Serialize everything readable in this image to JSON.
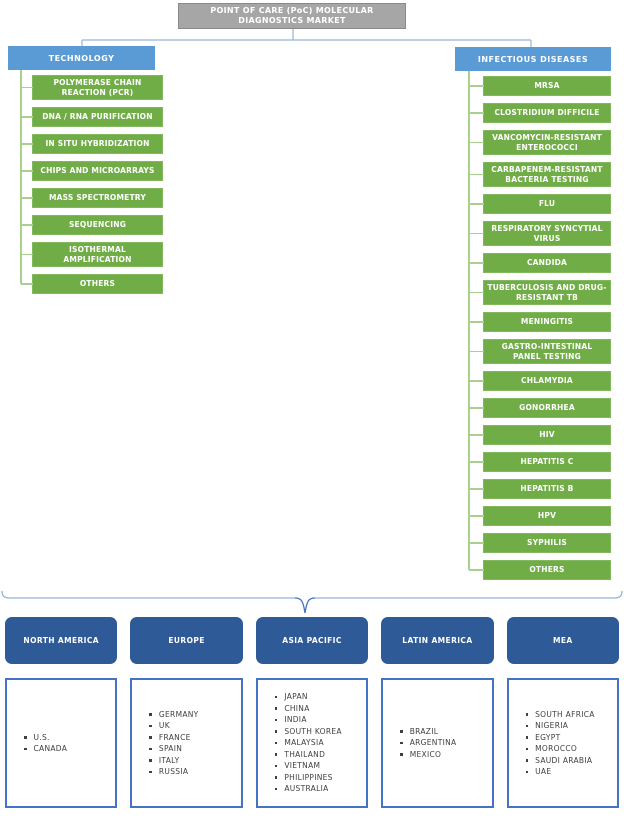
{
  "root": {
    "title": "POINT OF CARE (PoC) MOLECULAR DIAGNOSTICS MARKET"
  },
  "branches": [
    {
      "label": "TECHNOLOGY",
      "items": [
        "POLYMERASE CHAIN REACTION (PCR)",
        "DNA / RNA PURIFICATION",
        "IN SITU HYBRIDIZATION",
        "CHIPS AND MICROARRAYS",
        "MASS SPECTROMETRY",
        "SEQUENCING",
        "ISOTHERMAL AMPLIFICATION",
        "OTHERS"
      ]
    },
    {
      "label": "INFECTIOUS DISEASES",
      "items": [
        "MRSA",
        "CLOSTRIDIUM DIFFICILE",
        "VANCOMYCIN-RESISTANT ENTEROCOCCI",
        "CARBAPENEM-RESISTANT BACTERIA TESTING",
        "FLU",
        "RESPIRATORY SYNCYTIAL VIRUS",
        "CANDIDA",
        "TUBERCULOSIS AND DRUG-RESISTANT TB",
        "MENINGITIS",
        "GASTRO-INTESTINAL PANEL TESTING",
        "CHLAMYDIA",
        "GONORRHEA",
        "HIV",
        "HEPATITIS C",
        "HEPATITIS B",
        "HPV",
        "SYPHILIS",
        "OTHERS"
      ]
    }
  ],
  "regions": [
    {
      "label": "NORTH AMERICA",
      "countries": [
        "U.S.",
        "CANADA"
      ]
    },
    {
      "label": "EUROPE",
      "countries": [
        "GERMANY",
        "UK",
        "FRANCE",
        "SPAIN",
        "ITALY",
        "RUSSIA"
      ]
    },
    {
      "label": "ASIA PACIFIC",
      "countries": [
        "JAPAN",
        "CHINA",
        "INDIA",
        "SOUTH KOREA",
        "MALAYSIA",
        "THAILAND",
        "VIETNAM",
        "PHILIPPINES",
        "AUSTRALIA"
      ]
    },
    {
      "label": "LATIN AMERICA",
      "countries": [
        "BRAZIL",
        "ARGENTINA",
        "MEXICO"
      ]
    },
    {
      "label": "MEA",
      "countries": [
        "SOUTH AFRICA",
        "NIGERIA",
        "EGYPT",
        "MOROCCO",
        "SAUDI ARABIA",
        "UAE"
      ]
    }
  ],
  "colors": {
    "root-fill": "#a6a6a6",
    "root-border": "#8a8a8a",
    "header-blue": "#5b9bd5",
    "node-green": "#70ad47",
    "node-border": "#82b95e",
    "connector-green": "#a9d18e",
    "connector-blue": "#95b3d7",
    "region-blue": "#2e5a97",
    "country-border": "#4472c4",
    "brace-dip": "#4472c4"
  }
}
